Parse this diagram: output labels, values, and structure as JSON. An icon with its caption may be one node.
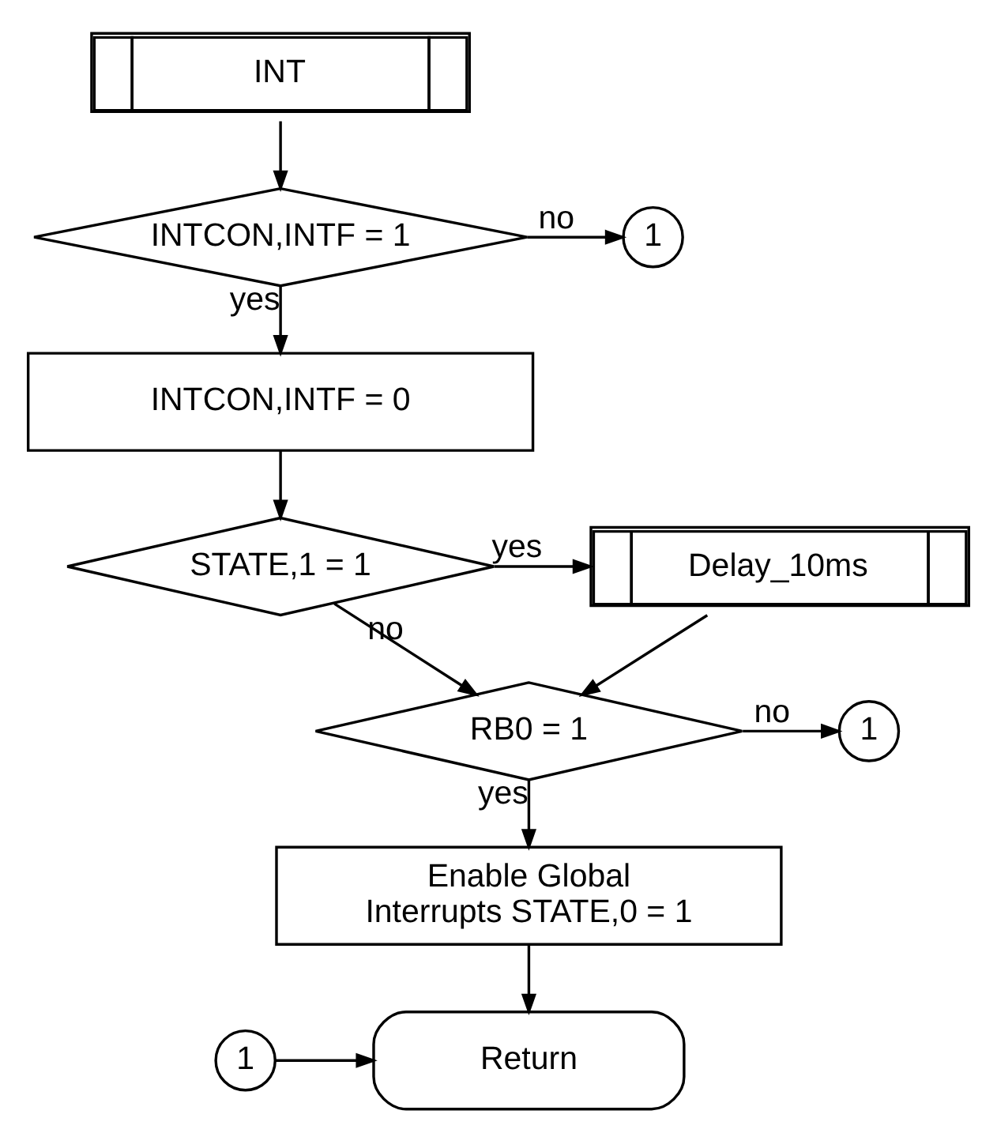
{
  "diagram": {
    "nodes": [
      {
        "text": [
          "INT"
        ]
      },
      {
        "text": [
          "INTCON,INTF = 1"
        ]
      },
      {
        "text": [
          "1"
        ]
      },
      {
        "text": [
          "INTCON,INTF = 0"
        ]
      },
      {
        "text": [
          "STATE,1 = 1"
        ]
      },
      {
        "text": [
          "Delay_10ms"
        ]
      },
      {
        "text": [
          "RB0 = 1"
        ]
      },
      {
        "text": [
          "1"
        ]
      },
      {
        "text": [
          "Enable Global Interrupts STATE,0 = 1"
        ]
      },
      {
        "text": [
          "1"
        ]
      },
      {
        "text": [
          "Return"
        ]
      }
    ],
    "edges": [
      {
        "from": 0,
        "to": 1,
        "arrow": "to"
      },
      {
        "from": 1,
        "to": 2,
        "arrow": "to",
        "label": "no"
      },
      {
        "from": 1,
        "to": 3,
        "arrow": "to",
        "label": "yes"
      },
      {
        "from": 3,
        "to": 4,
        "arrow": "to"
      },
      {
        "from": 4,
        "to": 5,
        "arrow": "to",
        "label": "yes"
      },
      {
        "from": 4,
        "to": 6,
        "arrow": "to",
        "label": "no"
      },
      {
        "from": 5,
        "to": 6,
        "arrow": "to"
      },
      {
        "from": 6,
        "to": 7,
        "arrow": "to",
        "label": "no"
      },
      {
        "from": 6,
        "to": 8,
        "arrow": "to",
        "label": "yes"
      },
      {
        "from": 8,
        "to": 10,
        "arrow": "to"
      },
      {
        "from": 9,
        "to": 10,
        "arrow": "to"
      }
    ]
  }
}
